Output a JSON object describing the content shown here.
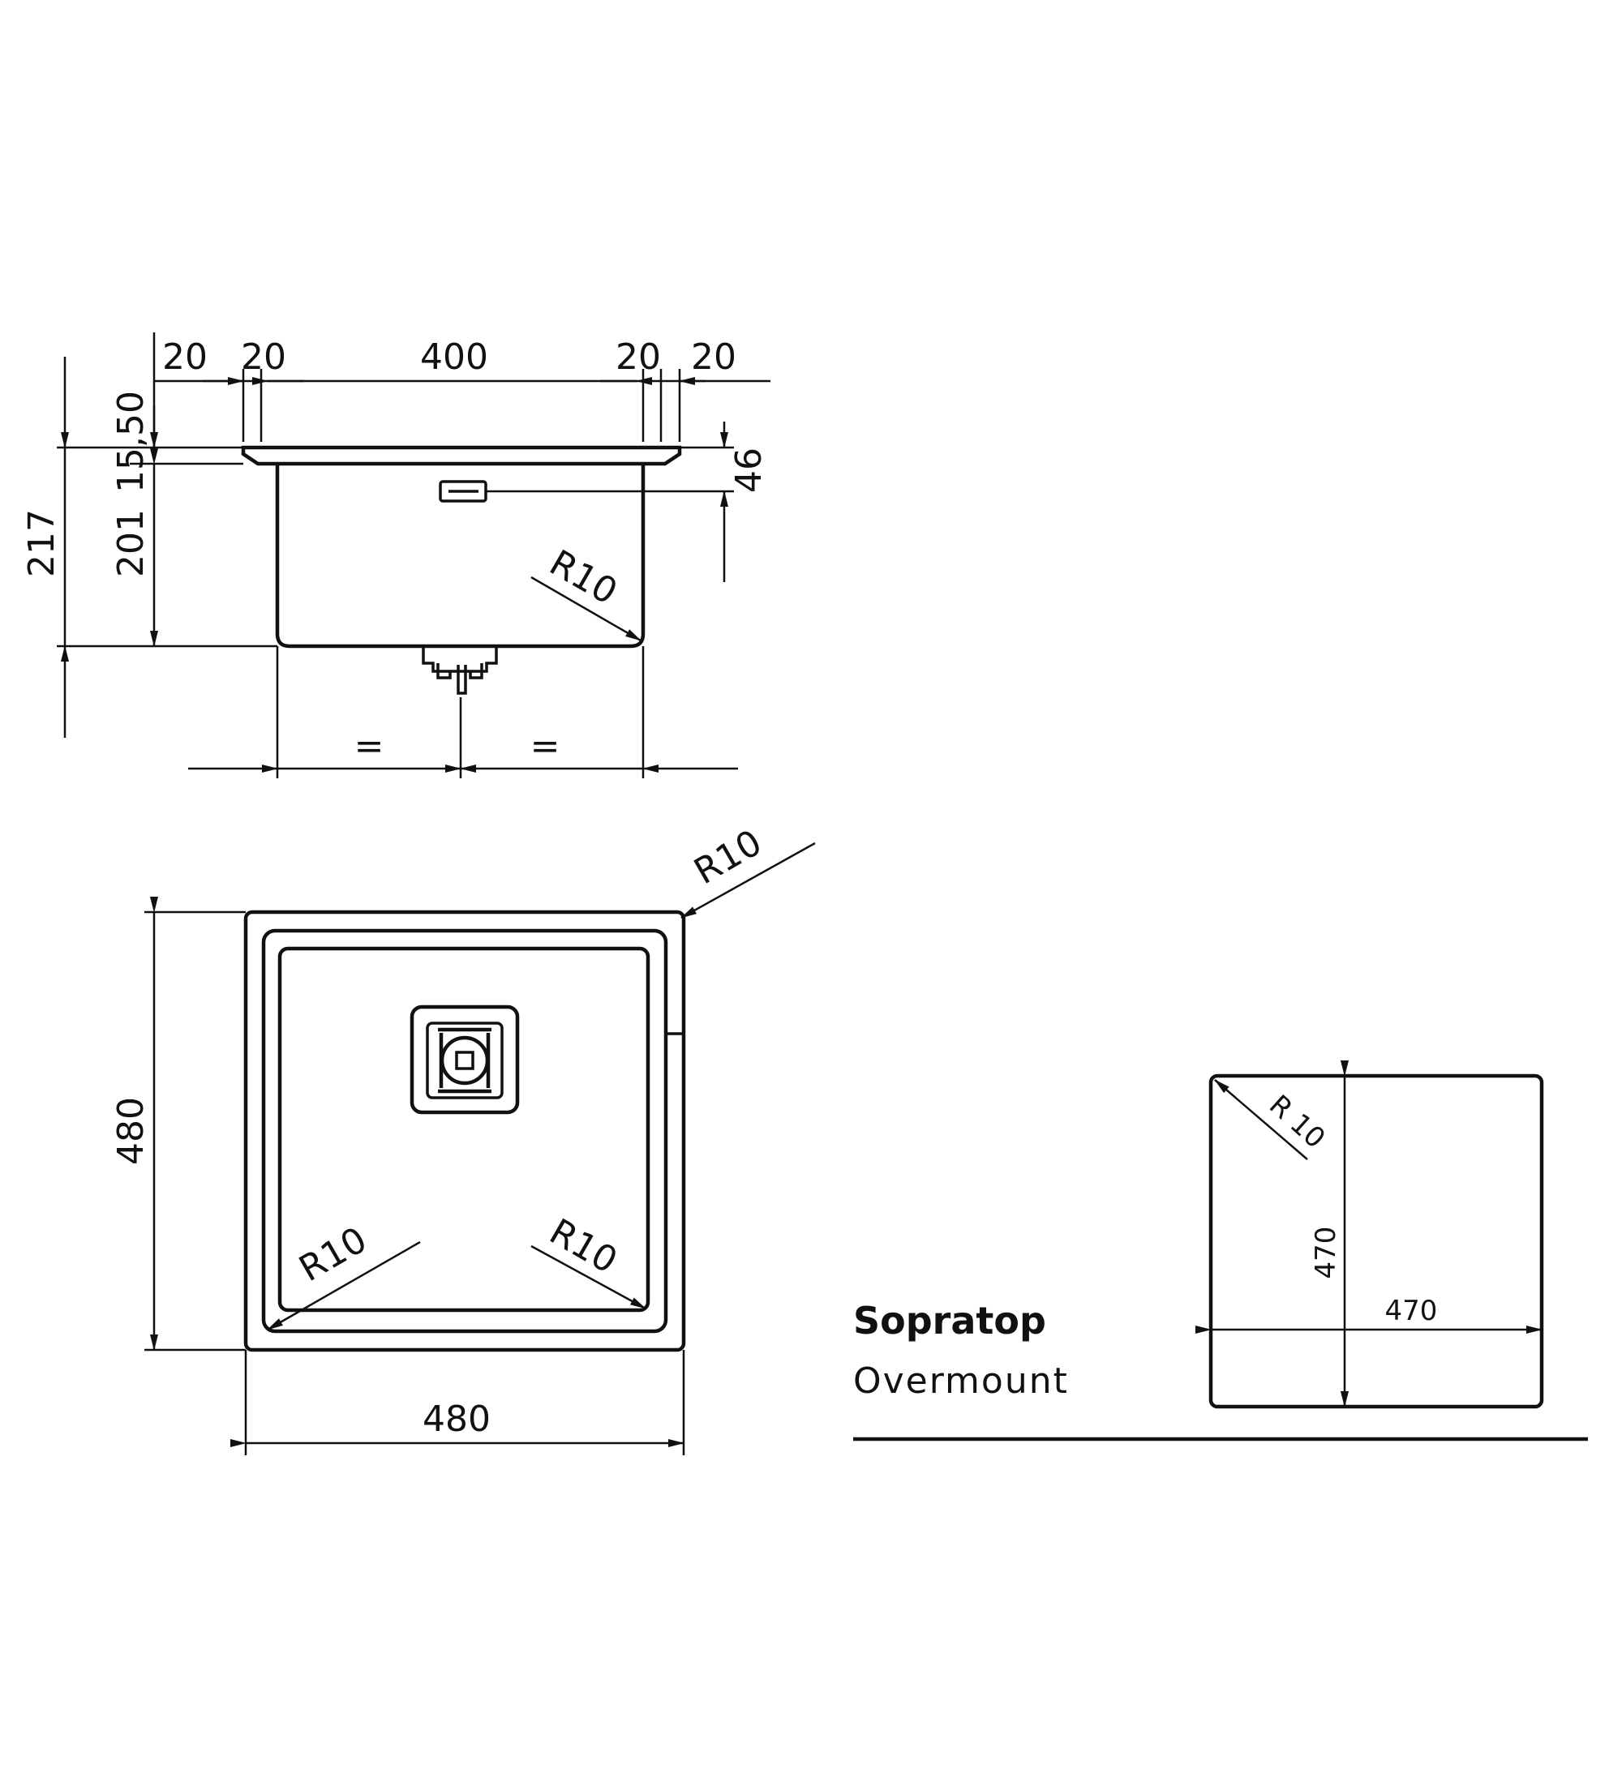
{
  "side_view": {
    "dims_top": [
      "20",
      "20",
      "400",
      "20",
      "20"
    ],
    "dim_flange": "15,50",
    "dim_bowl_depth": "201",
    "dim_total_depth": "217",
    "dim_overflow": "46",
    "dim_radius": "R10",
    "dim_equal_left": "=",
    "dim_equal_right": "="
  },
  "top_view": {
    "dim_height": "480",
    "dim_width": "480",
    "radius_outer": "R10",
    "radius_bl": "R10",
    "radius_br": "R10"
  },
  "cutout": {
    "title": "Sopratop",
    "subtitle": "Overmount",
    "dim_radius": "R 10",
    "dim_height": "470",
    "dim_width": "470"
  }
}
